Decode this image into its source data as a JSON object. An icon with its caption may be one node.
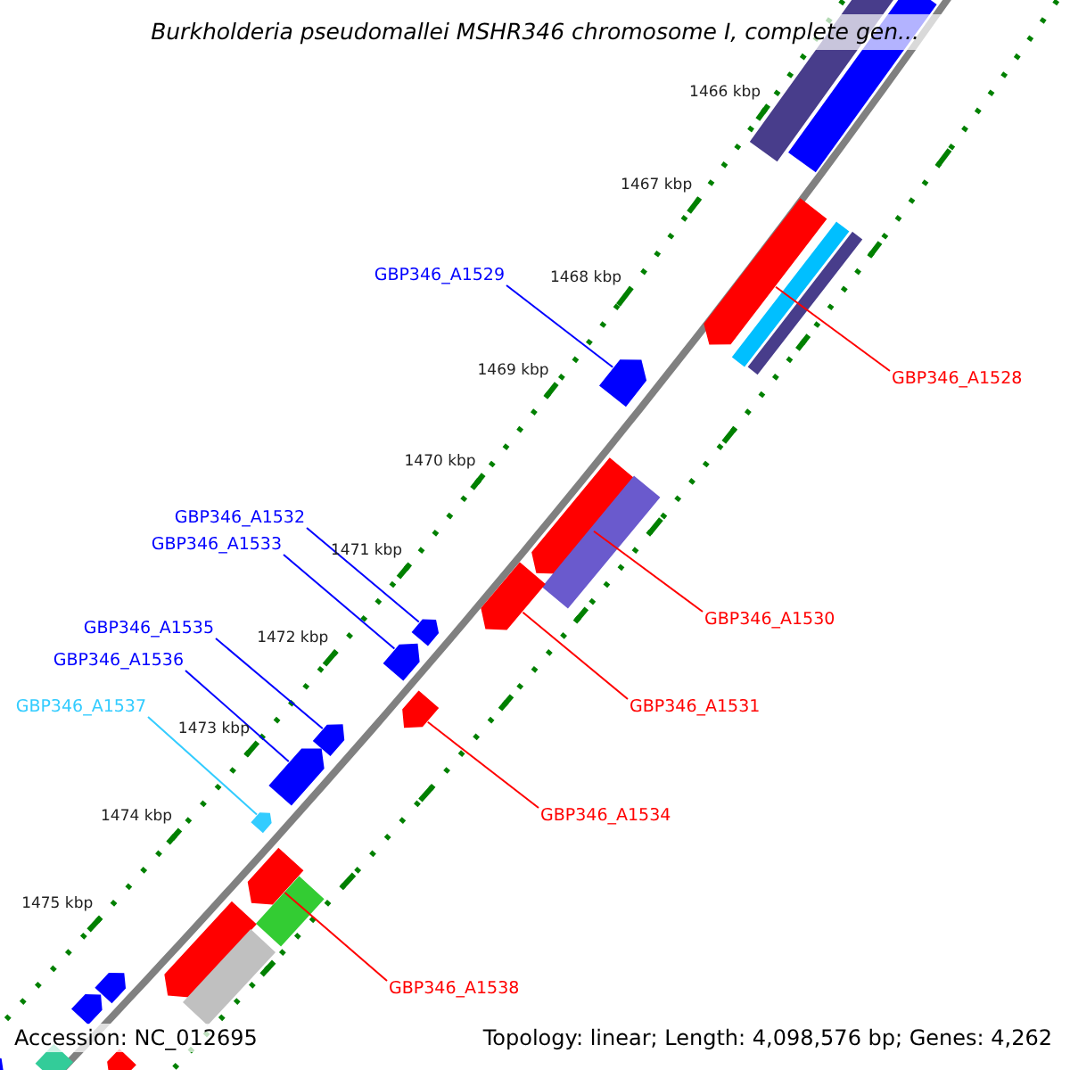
{
  "diagram": {
    "title": "Burkholderia pseudomallei MSHR346 chromosome I, complete gen...",
    "nodes": [
      {
        "text": [
          "GBP346_A1529"
        ]
      },
      {
        "text": [
          "GBP346_A1528"
        ]
      },
      {
        "text": [
          "GBP346_A1532"
        ]
      },
      {
        "text": [
          "GBP346_A1533"
        ]
      },
      {
        "text": [
          "GBP346_A1530"
        ]
      },
      {
        "text": [
          "GBP346_A1535"
        ]
      },
      {
        "text": [
          "GBP346_A1536"
        ]
      },
      {
        "text": [
          "GBP346_A1531"
        ]
      },
      {
        "text": [
          "GBP346_A1537"
        ]
      },
      {
        "text": [
          "GBP346_A1534"
        ]
      },
      {
        "text": [
          "GBP346_A1538"
        ]
      },
      {
        "text": [],
        "shape": "bar"
      },
      {
        "text": [],
        "shape": "bar"
      },
      {
        "text": [],
        "shape": "bar"
      },
      {
        "text": [],
        "shape": "bar"
      },
      {
        "text": [],
        "shape": "bar"
      },
      {
        "text": [],
        "shape": "bar"
      },
      {
        "text": [],
        "shape": "bar"
      },
      {
        "text": [],
        "shape": "bar"
      },
      {
        "text": [],
        "shape": "bar"
      },
      {
        "text": [],
        "shape": "bar"
      },
      {
        "text": [],
        "shape": "bar"
      },
      {
        "text": [],
        "shape": "bar"
      },
      {
        "text": [],
        "shape": "bar"
      },
      {
        "text": [],
        "shape": "bar"
      },
      {
        "text": [],
        "shape": "bar"
      },
      {
        "text": [],
        "shape": "bar"
      },
      {
        "text": [],
        "shape": "bar"
      },
      {
        "text": [],
        "shape": "bar"
      },
      {
        "text": [],
        "shape": "bar"
      },
      {
        "text": [],
        "shape": "bar"
      },
      {
        "text": [],
        "shape": "bar"
      },
      {
        "text": [],
        "shape": "bar"
      },
      {
        "text": [],
        "shape": "bar"
      },
      {
        "text": [],
        "shape": "bar"
      }
    ],
    "edges": [
      {
        "from": 0,
        "to": 16,
        "arrow": "none"
      },
      {
        "from": 1,
        "to": 13,
        "arrow": "none",
        "color": "#ff0000"
      },
      {
        "from": 2,
        "to": 20,
        "arrow": "none"
      },
      {
        "from": 3,
        "to": 21,
        "arrow": "none"
      },
      {
        "from": 4,
        "to": 17,
        "arrow": "none",
        "color": "#ff0000"
      },
      {
        "from": 5,
        "to": 23,
        "arrow": "none"
      },
      {
        "from": 6,
        "to": 24,
        "arrow": "none"
      },
      {
        "from": 7,
        "to": 19,
        "arrow": "none",
        "color": "#ff0000"
      },
      {
        "from": 8,
        "to": 25,
        "arrow": "none",
        "color": "#33ccff"
      },
      {
        "from": 9,
        "to": 22,
        "arrow": "none",
        "color": "#ff0000"
      },
      {
        "from": 10,
        "to": 26,
        "arrow": "none",
        "color": "#ff0000"
      }
    ],
    "labels": [
      "1466 kbp",
      "1467 kbp",
      "1468 kbp",
      "1469 kbp",
      "1470 kbp",
      "1471 kbp",
      "1472 kbp",
      "1473 kbp",
      "1474 kbp",
      "1475 kbp",
      "Accession: NC_012695",
      "Topology: linear; Length: 4,098,576 bp; Genes: 4,262"
    ]
  }
}
